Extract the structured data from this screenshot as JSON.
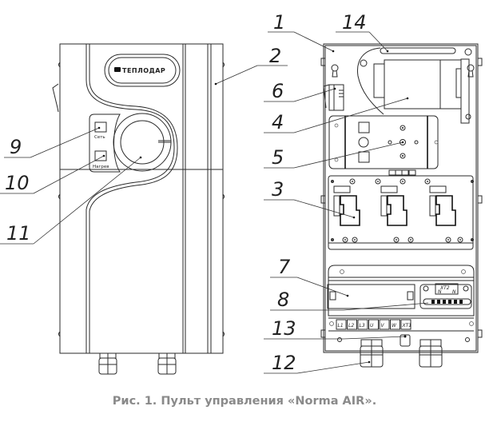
{
  "figure": {
    "caption": "Рис. 1. Пульт управления «Norma AIR».",
    "brand_logo_text": "ТЕПЛОДАР",
    "indicator_labels": {
      "power": "Сеть",
      "heating": "Нагрев"
    },
    "terminal_block_labels": [
      "L1",
      "L2",
      "L3",
      "U",
      "V",
      "W",
      "XT1"
    ],
    "terminal_xt2_label": "XT2",
    "terminal_xt2_sub": [
      "N",
      "N"
    ],
    "callouts": [
      {
        "id": "1",
        "label": "1"
      },
      {
        "id": "2",
        "label": "2"
      },
      {
        "id": "3",
        "label": "3"
      },
      {
        "id": "4",
        "label": "4"
      },
      {
        "id": "5",
        "label": "5"
      },
      {
        "id": "6",
        "label": "6"
      },
      {
        "id": "7",
        "label": "7"
      },
      {
        "id": "8",
        "label": "8"
      },
      {
        "id": "9",
        "label": "9"
      },
      {
        "id": "10",
        "label": "10"
      },
      {
        "id": "11",
        "label": "11"
      },
      {
        "id": "12",
        "label": "12"
      },
      {
        "id": "13",
        "label": "13"
      },
      {
        "id": "14",
        "label": "14"
      }
    ]
  }
}
